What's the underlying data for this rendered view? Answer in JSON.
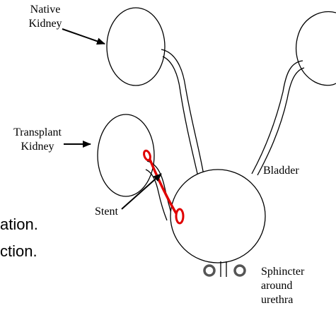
{
  "labels": {
    "native_kidney": [
      "Native",
      "Kidney"
    ],
    "transplant_kidney": [
      "Transplant",
      "Kidney"
    ],
    "bladder": "Bladder",
    "stent": "Stent",
    "sphincter": [
      "Sphincter",
      "around",
      "urethra"
    ]
  },
  "partial_text": [
    "ation.",
    "ction."
  ],
  "colors": {
    "outline": "#000000",
    "stent": "#e00000",
    "background": "#ffffff"
  }
}
